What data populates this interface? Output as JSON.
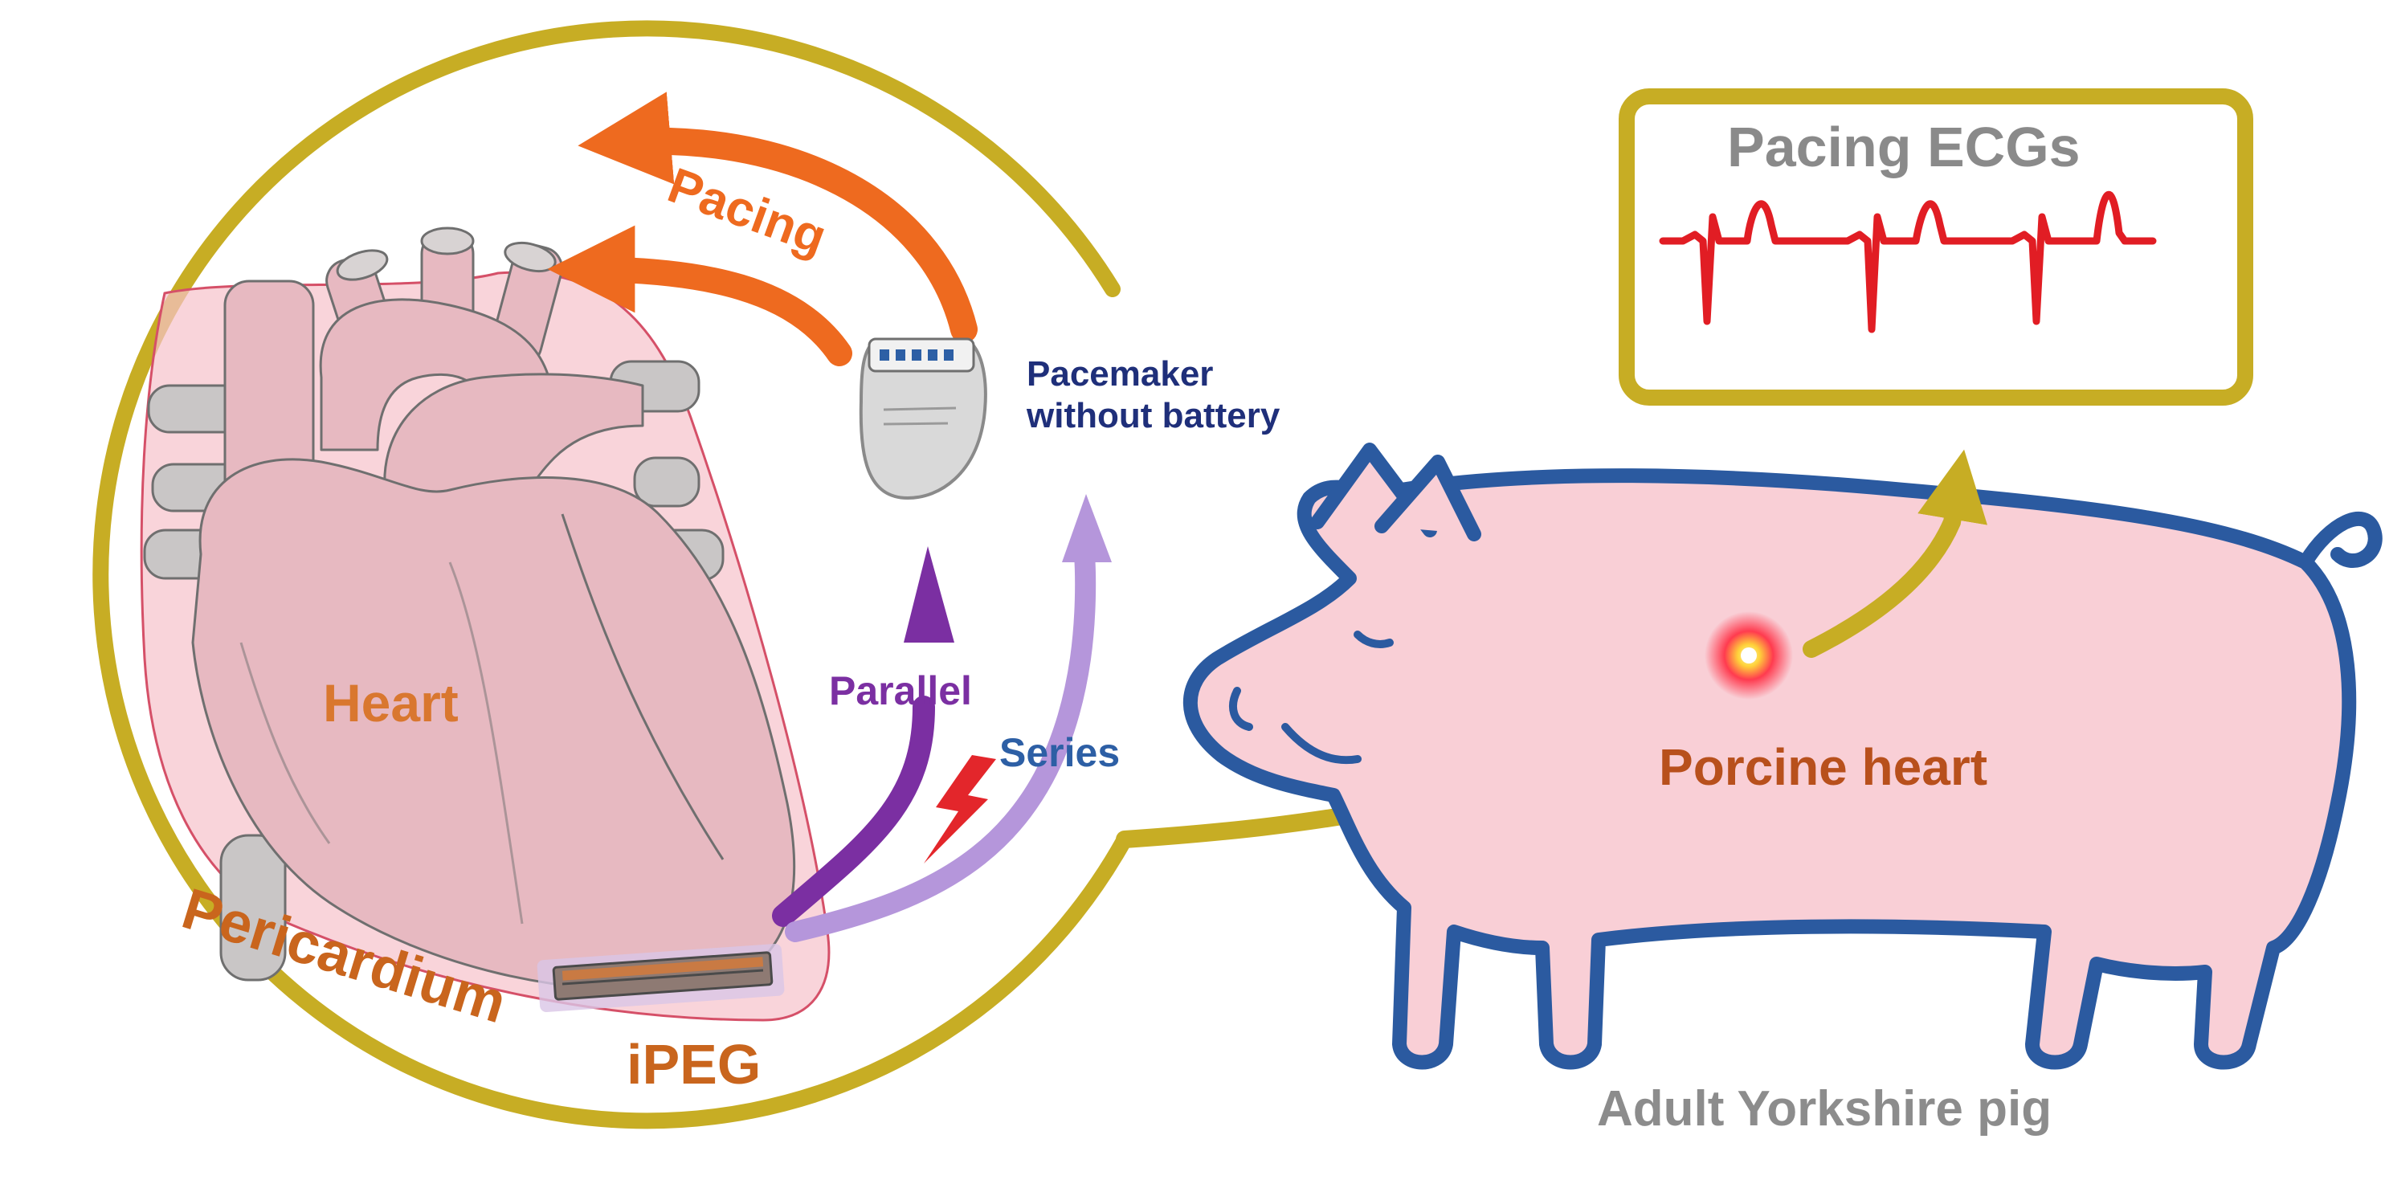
{
  "labels": {
    "pacing": "Pacing",
    "pacemaker_line1": "Pacemaker",
    "pacemaker_line2": "without battery",
    "ecg_title": "Pacing ECGs",
    "heart": "Heart",
    "parallel": "Parallel",
    "series": "Series",
    "porcine_heart": "Porcine heart",
    "pericardium": "Pericardium",
    "ipeg": "iPEG",
    "pig": "Adult Yorkshire pig"
  },
  "colors": {
    "frame_gold": "#c7ad24",
    "pacing_orange": "#ee6a1f",
    "heart_label_orange": "#d9772f",
    "pericardium_orange": "#c9651d",
    "navy_text": "#1f2f7a",
    "parallel_purple": "#7b2fa2",
    "series_lavender": "#b596db",
    "series_text_blue": "#2d5fa5",
    "lightning_red": "#e3262b",
    "ecg_red": "#e11d24",
    "ecg_title_gray": "#8a8a8a",
    "pig_gray": "#8c8c8c",
    "pig_fill": "#f9cfd6",
    "pig_outline": "#2b5aa0",
    "heart_fill": "#e7b9c1",
    "heart_stroke": "#6f6f6f",
    "pericardium_fill": "#f6c2cb",
    "porcine_text": "#b8501c"
  },
  "icons": {
    "heart": "heart-illustration",
    "pacemaker": "pacemaker-device-icon",
    "lightning": "lightning-bolt-icon",
    "ecg": "ecg-trace",
    "pig": "pig-illustration",
    "heart_glow": "heart-glow-icon",
    "ipeg": "ipeg-device-icon"
  }
}
